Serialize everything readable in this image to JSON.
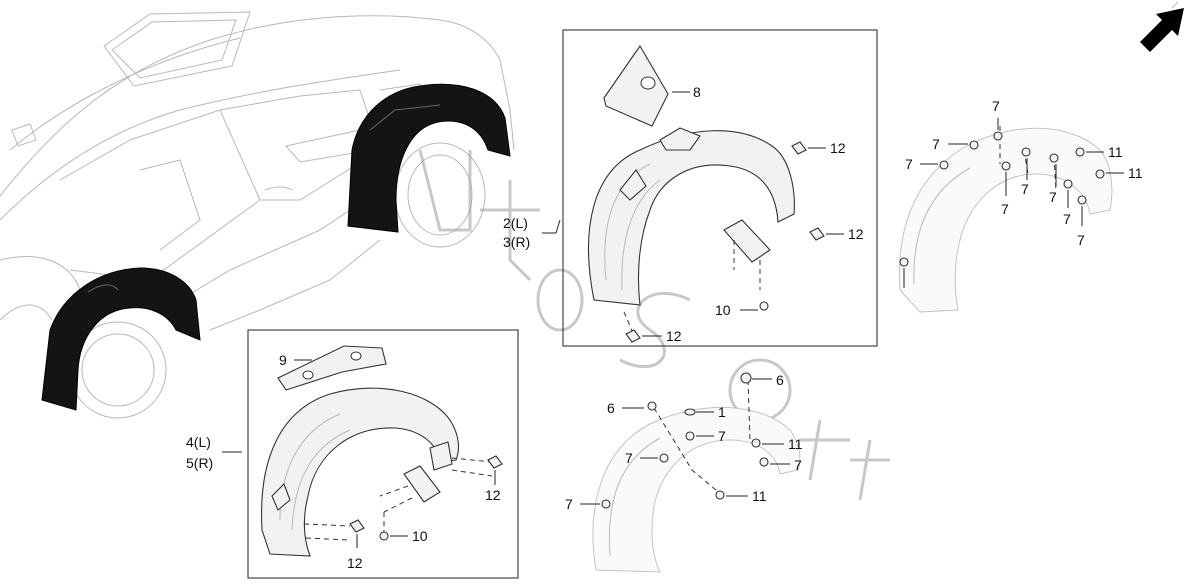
{
  "callouts": {
    "c8": "8",
    "c12_a": "12",
    "c12_b": "12",
    "c12_c": "12",
    "c10_a": "10",
    "c2L": "2(L)",
    "c3R": "3(R)",
    "c9": "9",
    "c4L": "4(L)",
    "c5R": "5(R)",
    "c12_d": "12",
    "c12_e": "12",
    "c10_b": "10",
    "c6_a": "6",
    "c6_b": "6",
    "c1": "1",
    "c7_f1": "7",
    "c7_f2": "7",
    "c7_f3": "7",
    "c7_f4": "7",
    "c11_f1": "11",
    "c11_f2": "11",
    "c7_r1": "7",
    "c7_r2": "7",
    "c7_r3": "7",
    "c7_r4": "7",
    "c7_r5": "7",
    "c7_r6": "7",
    "c7_r7": "7",
    "c7_r8": "7",
    "c11_r1": "11",
    "c11_r2": "11"
  },
  "icons": {
    "direction": "arrow-up-right-icon"
  },
  "colors": {
    "line": "#222222",
    "light_line": "#b8b8b8",
    "liner_fill_black": "#141414"
  }
}
